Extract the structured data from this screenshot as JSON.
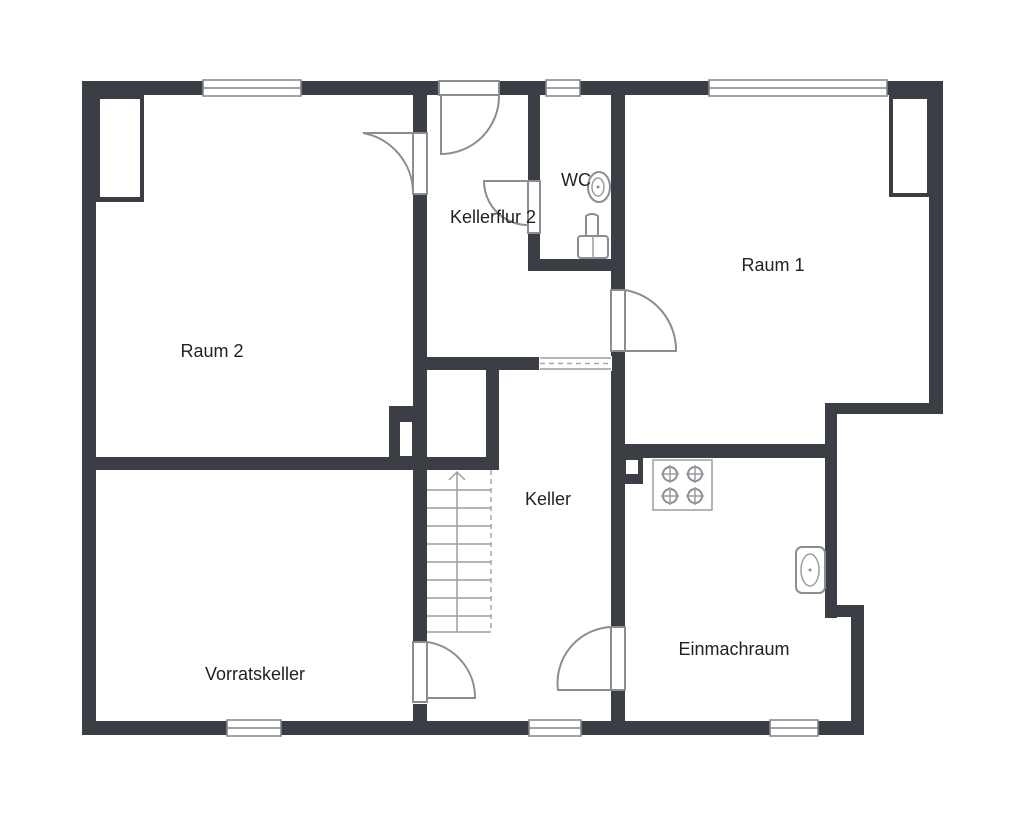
{
  "colors": {
    "wall": "#3b3e44",
    "background": "#ffffff",
    "fixture": "#8a8d92"
  },
  "rooms": {
    "raum2": "Raum 2",
    "raum1": "Raum 1",
    "kellerflur2": "Kellerflur 2",
    "wc": "WC",
    "keller": "Keller",
    "vorratskeller": "Vorratskeller",
    "einmachraum": "Einmachraum"
  },
  "fixtures": [
    "toilet-icon",
    "washbasin-icon",
    "stove-icon",
    "staircase",
    "chimney"
  ]
}
